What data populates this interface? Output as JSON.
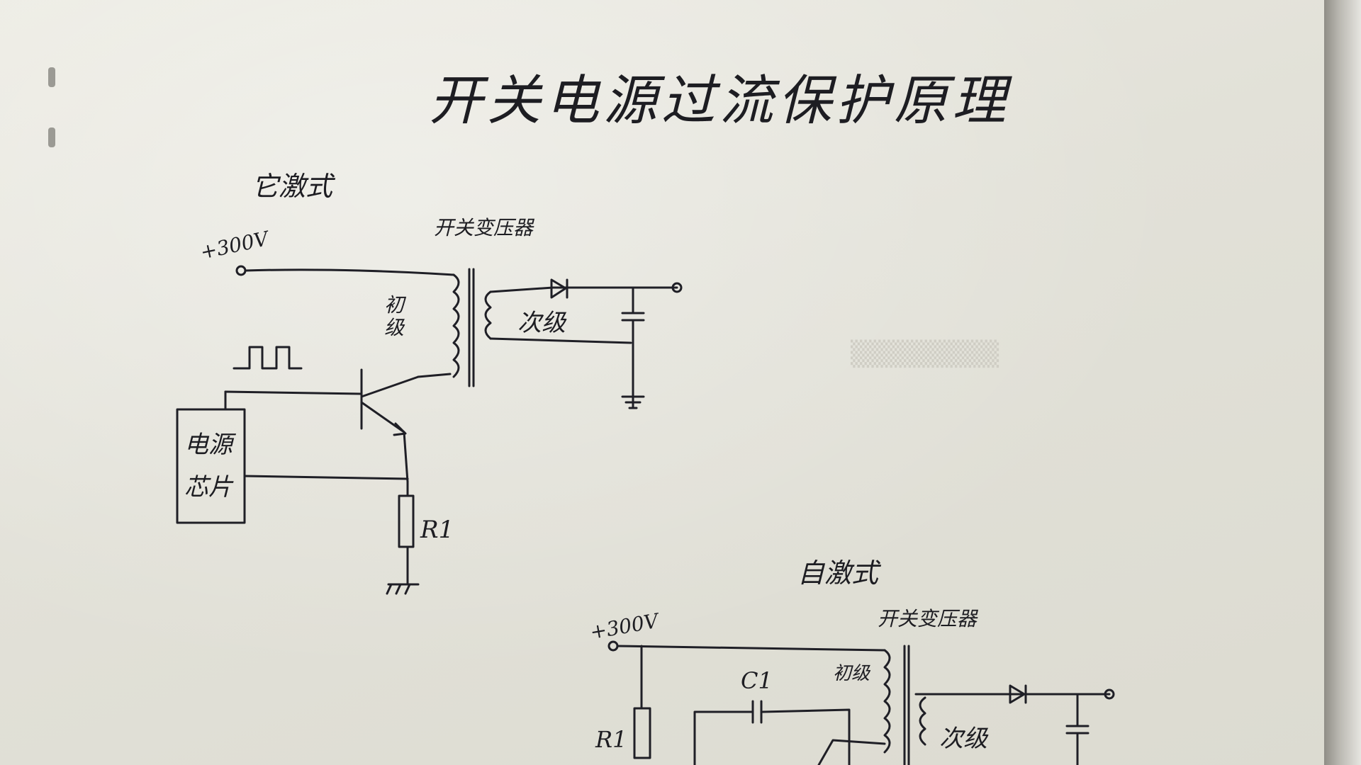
{
  "page": {
    "title": "开关电源过流保护原理",
    "section_external": "它激式",
    "section_self": "自激式"
  },
  "circuit_external": {
    "supply": "+300V",
    "transformer": "开关变压器",
    "primary": "初级",
    "secondary": "次级",
    "control_chip": "电源芯片",
    "sense_resistor": "R1"
  },
  "circuit_self": {
    "supply": "+300V",
    "transformer": "开关变压器",
    "primary": "初级",
    "secondary": "次级",
    "capacitor": "C1",
    "resistor": "R1"
  },
  "colors": {
    "ink": "#1f1f26",
    "paper": "#e6e5dd"
  }
}
